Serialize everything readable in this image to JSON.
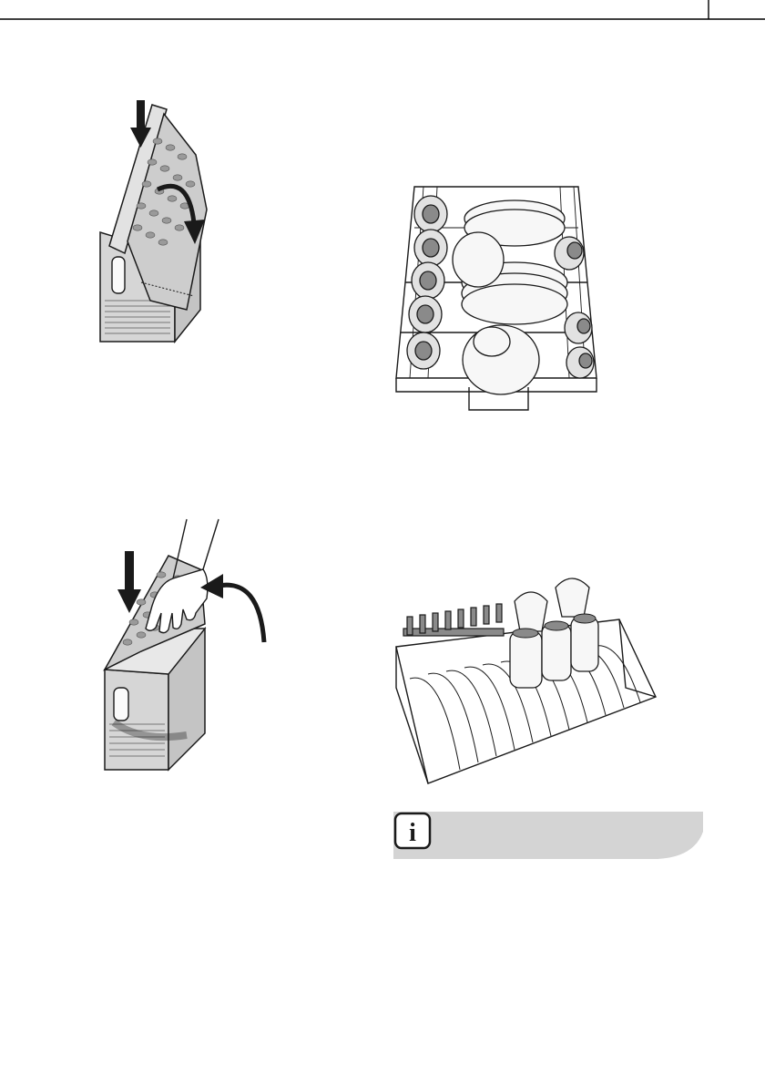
{
  "page": {
    "colors": {
      "rule": "#000000",
      "ink": "#1a1a1a",
      "basket_fill": "#cfcfcf",
      "basket_light": "#e6e6e6",
      "dish_fill": "#f7f7f7",
      "info_bar": "#d4d4d4"
    }
  },
  "figures": [
    {
      "id": "cutlery-basket-close-lid",
      "icons": [
        "down-arrow-icon",
        "curved-arrow-icon"
      ]
    },
    {
      "id": "cutlery-basket-open-lid",
      "icons": [
        "hand-icon",
        "down-arrow-icon",
        "curved-arrow-icon"
      ]
    },
    {
      "id": "lower-basket-loaded"
    },
    {
      "id": "upper-basket-loaded"
    }
  ],
  "info_note": {
    "icon": "info-icon",
    "glyph": "i"
  }
}
